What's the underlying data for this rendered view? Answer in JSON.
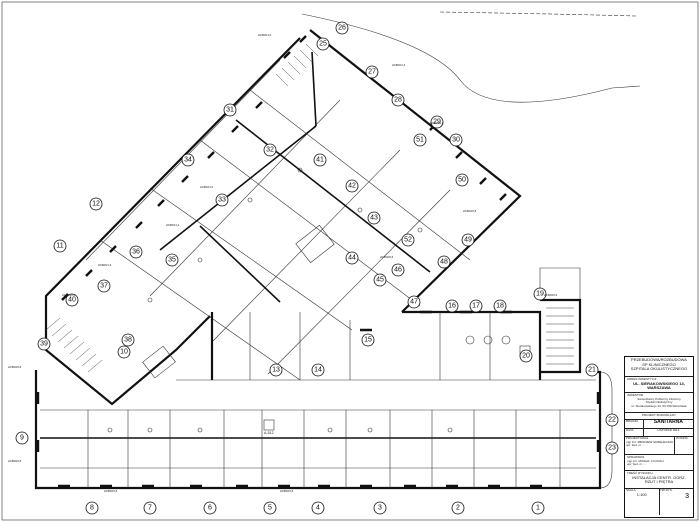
{
  "bubbles": [
    "25",
    "26",
    "27",
    "28",
    "29",
    "30",
    "31",
    "32",
    "33",
    "34",
    "35",
    "36",
    "37",
    "38",
    "39",
    "40",
    "41",
    "42",
    "43",
    "44",
    "45",
    "46",
    "47",
    "48",
    "49",
    "50",
    "51",
    "52",
    "13",
    "14",
    "15",
    "16",
    "17",
    "18",
    "19",
    "20",
    "21",
    "22",
    "23",
    "8",
    "7",
    "6",
    "5",
    "4",
    "3",
    "2",
    "1",
    "9",
    "10",
    "11",
    "12"
  ],
  "duct_labels": [
    "22/800/1,6",
    "22/800/1,4",
    "22/800/1,2",
    "22/800/0,8",
    "22/800/0,6",
    "22/800/1,0",
    "22/800/1,2",
    "22/800/1,4",
    "22/800/0,6",
    "22/800/0,8",
    "22/800/0,8",
    "22/800/0,8",
    "22/800/0,8",
    "22/800/0,6"
  ],
  "section_mark": "A-512",
  "title_block": {
    "header": [
      "PRZEBUDOWA/ROZBUDOWA",
      "SP KLINICZNEGO",
      "SZPITALA OKULISTYCZNEGO"
    ],
    "address_label": "ADRES INWESTYCJI",
    "address": [
      "UL. SIERAKOWSKIEGO 13,",
      "WARSZAWA"
    ],
    "investor_label": "INWESTOR",
    "investor": [
      "Samodzielny Publiczny Kliniczny",
      "Szpital Okulistyczny",
      "ul. Sierakowskiego 13, 03-709 Warszawa"
    ],
    "stage_label": "PROJEKT BUDOWLANY",
    "branch_label": "BRANŻA",
    "branch": "SANITARNA",
    "date_label": "DATA",
    "date": "LISTOPAD 2014",
    "roles_label": "PROJEKTOWAŁ",
    "signature_label": "PODPIS",
    "authors": [
      "mgr inż. ZBIGNIEW GRZELECZAK",
      "upr. bud. nr ..."
    ],
    "checked_label": "SPRAWDZIŁ",
    "checked": [
      "mgr inż. MICHAŁ CLOUGH",
      "upr. bud. nr ..."
    ],
    "sheet_title_label": "TREŚĆ RYSUNKU",
    "sheet_title": [
      "INSTALACJA CENTR. OGRZ.",
      "RZUT I PIĘTRA"
    ],
    "scale_label": "SKALA",
    "scale": "1:100",
    "drawing_no_label": "NR RYS.",
    "drawing_no": "3"
  }
}
